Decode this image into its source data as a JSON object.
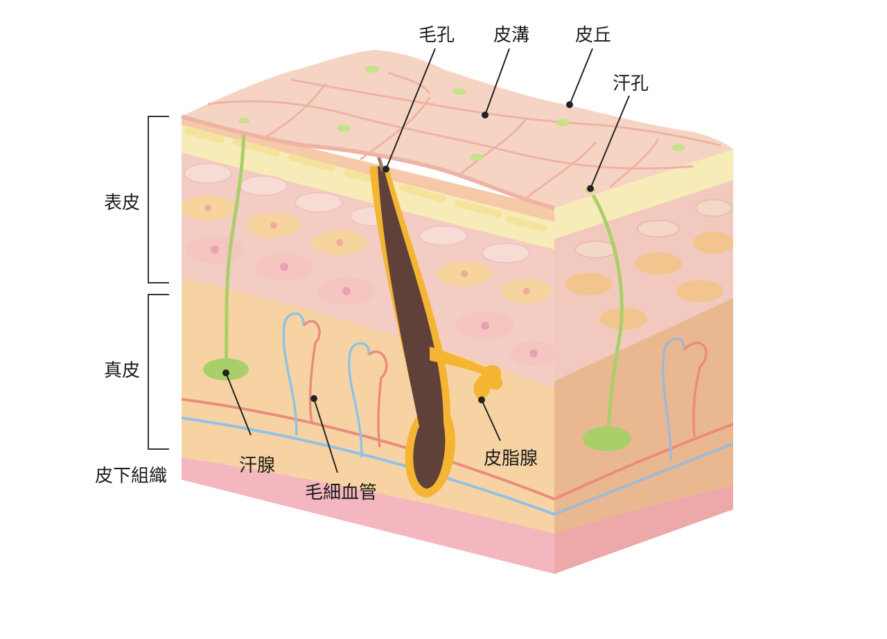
{
  "labels": {
    "pore": "毛孔",
    "sulcus": "皮溝",
    "crista": "皮丘",
    "sweat_pore": "汗孔",
    "epidermis": "表皮",
    "dermis": "真皮",
    "subcutaneous": "皮下組織",
    "sweat_gland": "汗腺",
    "capillary": "毛細血管",
    "sebaceous_gland": "皮脂腺"
  },
  "colors": {
    "surface": "#f6d4c4",
    "surface_line": "#eeb3a5",
    "stratum_yellow": "#f7ebb8",
    "stratum_cell": "#f4e39a",
    "epi_pink": "#f3ccc4",
    "cell_pink": "#f7dcd6",
    "cell_orange": "#f7d39e",
    "dermis": "#f7d3a3",
    "subcut": "#f6c9a9",
    "fat_pink": "#f4b6bf",
    "side_dark": "#eab890",
    "hair": "#5f4139",
    "sheath": "#f4b533",
    "sweat_duct": "#a9cf6a",
    "artery": "#e98c7e",
    "vein": "#8fc2e6"
  }
}
